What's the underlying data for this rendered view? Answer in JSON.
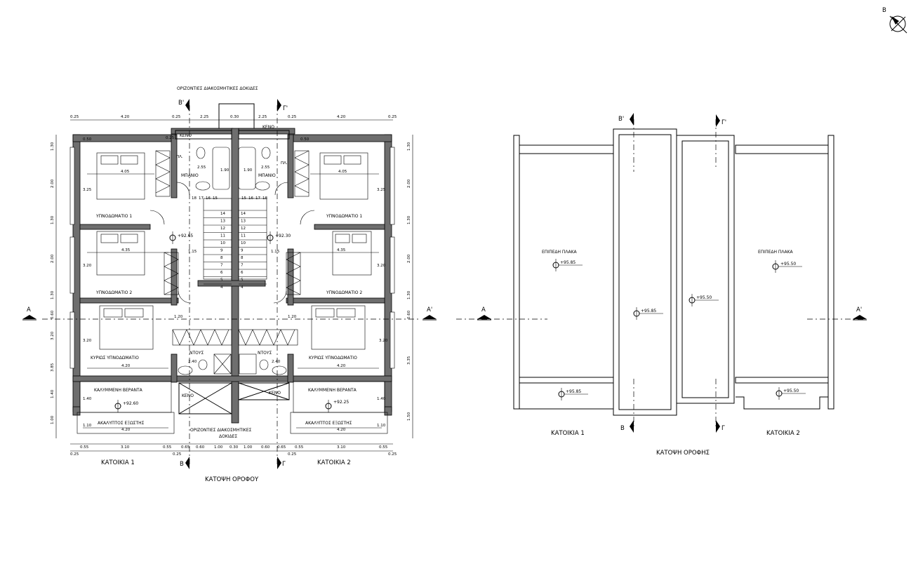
{
  "compass": {
    "label": "B"
  },
  "floor_plan": {
    "title": "ΚΑΤΟΨΗ ΟΡΟΦΟΥ",
    "top_note": "ΟΡΙΖΟΝΤΙΕΣ ΔΙΑΚΟΣΜΗΤΙΚΕΣ ΔΟΚΙΔΕΣ",
    "bottom_note_1": "ΟΡΙΖΟΝΤΙΕΣ ΔΙΑΚΟΣΜΗΤΙΚΕΣ",
    "bottom_note_2": "ΔΟΚΙΔΕΣ",
    "house1": "ΚΑΤΟΙΚΙΑ 1",
    "house2": "ΚΑΤΟΙΚΙΑ 2",
    "section_a": "A",
    "section_a2": "A'",
    "section_b": "B",
    "section_b2": "B'",
    "section_g": "Γ",
    "section_g2": "Γ'",
    "rooms": {
      "bedroom1": "ΥΠΝΟΔΩΜΑΤΙΟ 1",
      "bedroom2": "ΥΠΝΟΔΩΜΑΤΙΟ 2",
      "master": "ΚΥΡΙΩΣ ΥΠΝΟΔΩΜΑΤΙΟ",
      "bath": "ΜΠΑΝΙΟ",
      "shower": "ΝΤΟΥΣ",
      "void": "ΚΕΝΟ",
      "covered_veranda": "ΚΑΛΥΜΜΕΝΗ ΒΕΡΑΝΤΑ",
      "open_deck": "ΑΚΑΛΥΠΤΟΣ ΕΞΩΣΤΗΣ",
      "pl": "ΠΛ."
    },
    "levels": {
      "left": "+92.65",
      "right": "+92.30",
      "veranda_left": "+92.60",
      "veranda_right": "+92.25"
    },
    "dims_top": [
      "0.25",
      "4.20",
      "0.25",
      "2.25",
      "0.30",
      "2.25",
      "0.25",
      "4.20",
      "0.25"
    ],
    "dims_bottom1": [
      "0.55",
      "3.10",
      "0.55",
      "0.65",
      "0.60",
      "1.00",
      "0.30",
      "1.00",
      "0.60",
      "0.65",
      "0.55",
      "3.10",
      "0.55"
    ],
    "dims_bottom2": [
      "0.25",
      "0.25",
      "0.25",
      "0.25"
    ],
    "dims_left": [
      "1.30",
      "2.00",
      "1.30",
      "2.00",
      "1.30",
      "0.60",
      "3.20",
      "3.85",
      "1.40",
      "1.00"
    ],
    "dims_right": [
      "1.30",
      "2.00",
      "1.30",
      "2.00",
      "1.30",
      "0.60",
      "3.35",
      "1.50"
    ],
    "room_dims": {
      "w405": "4.05",
      "w435": "4.35",
      "w420": "4.20",
      "w255": "2.55",
      "w240": "2.40",
      "w115": "1.15",
      "w190": "1.90",
      "h325": "3.25",
      "h320": "3.20",
      "h120": "1.20",
      "w050": "0.50",
      "w025": "0.25",
      "h110": "1.10",
      "h140": "1.40"
    },
    "stairs_left": [
      "18",
      "17",
      "16",
      "15",
      "14",
      "13",
      "12",
      "11",
      "10",
      "9",
      "8",
      "7",
      "6",
      "5",
      "4"
    ],
    "stairs_right": [
      "15",
      "16",
      "17",
      "18",
      "14",
      "13",
      "12",
      "11",
      "10",
      "9",
      "8",
      "7",
      "6",
      "5",
      "4"
    ]
  },
  "roof_plan": {
    "title": "ΚΑΤΟΨΗ ΟΡΟΦΗΣ",
    "flat_slab": "ΕΠΙΠΕΔΗ ΠΛΑΚΑ",
    "house1": "ΚΑΤΟΙΚΙΑ 1",
    "house2": "ΚΑΤΟΙΚΙΑ 2",
    "levels": {
      "left": "+95.85",
      "right": "+95.50",
      "center_left": "+95.85",
      "center_right": "+95.50",
      "bottom_left": "+95.85",
      "bottom_right": "+95.50"
    }
  }
}
